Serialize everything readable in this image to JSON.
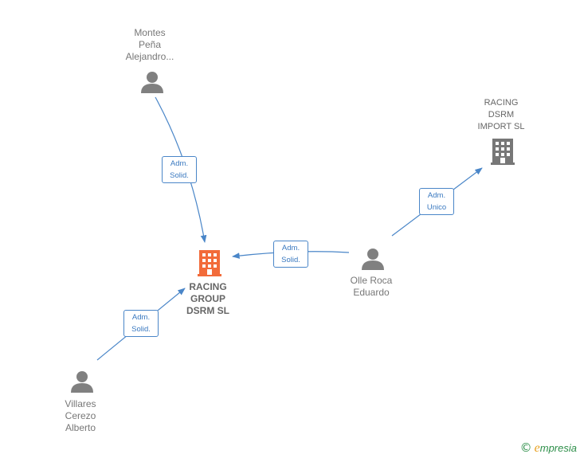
{
  "nodes": {
    "montes": {
      "name": "Montes\nPeña\nAlejandro...",
      "type": "person"
    },
    "villares": {
      "name": "Villares\nCerezo\nAlberto",
      "type": "person"
    },
    "olle": {
      "name": "Olle Roca\nEduardo",
      "type": "person"
    },
    "racing_group": {
      "name": "RACING\nGROUP\nDSRM SL",
      "type": "company",
      "color": "#f26b3a"
    },
    "racing_import": {
      "name": "RACING\nDSRM\nIMPORT SL",
      "type": "company",
      "color": "#777777"
    }
  },
  "relations": [
    {
      "line1": "Adm.",
      "line2": "Solid."
    },
    {
      "line1": "Adm.",
      "line2": "Solid."
    },
    {
      "line1": "Adm.",
      "line2": "Solid."
    },
    {
      "line1": "Adm.",
      "line2": "Unico"
    }
  ],
  "brand": {
    "copyright": "©",
    "first_letter": "e",
    "rest": "mpresia"
  },
  "colors": {
    "edge": "#4a86c8",
    "person": "#808080",
    "main_company": "#f26b3a",
    "secondary_company": "#777777"
  }
}
